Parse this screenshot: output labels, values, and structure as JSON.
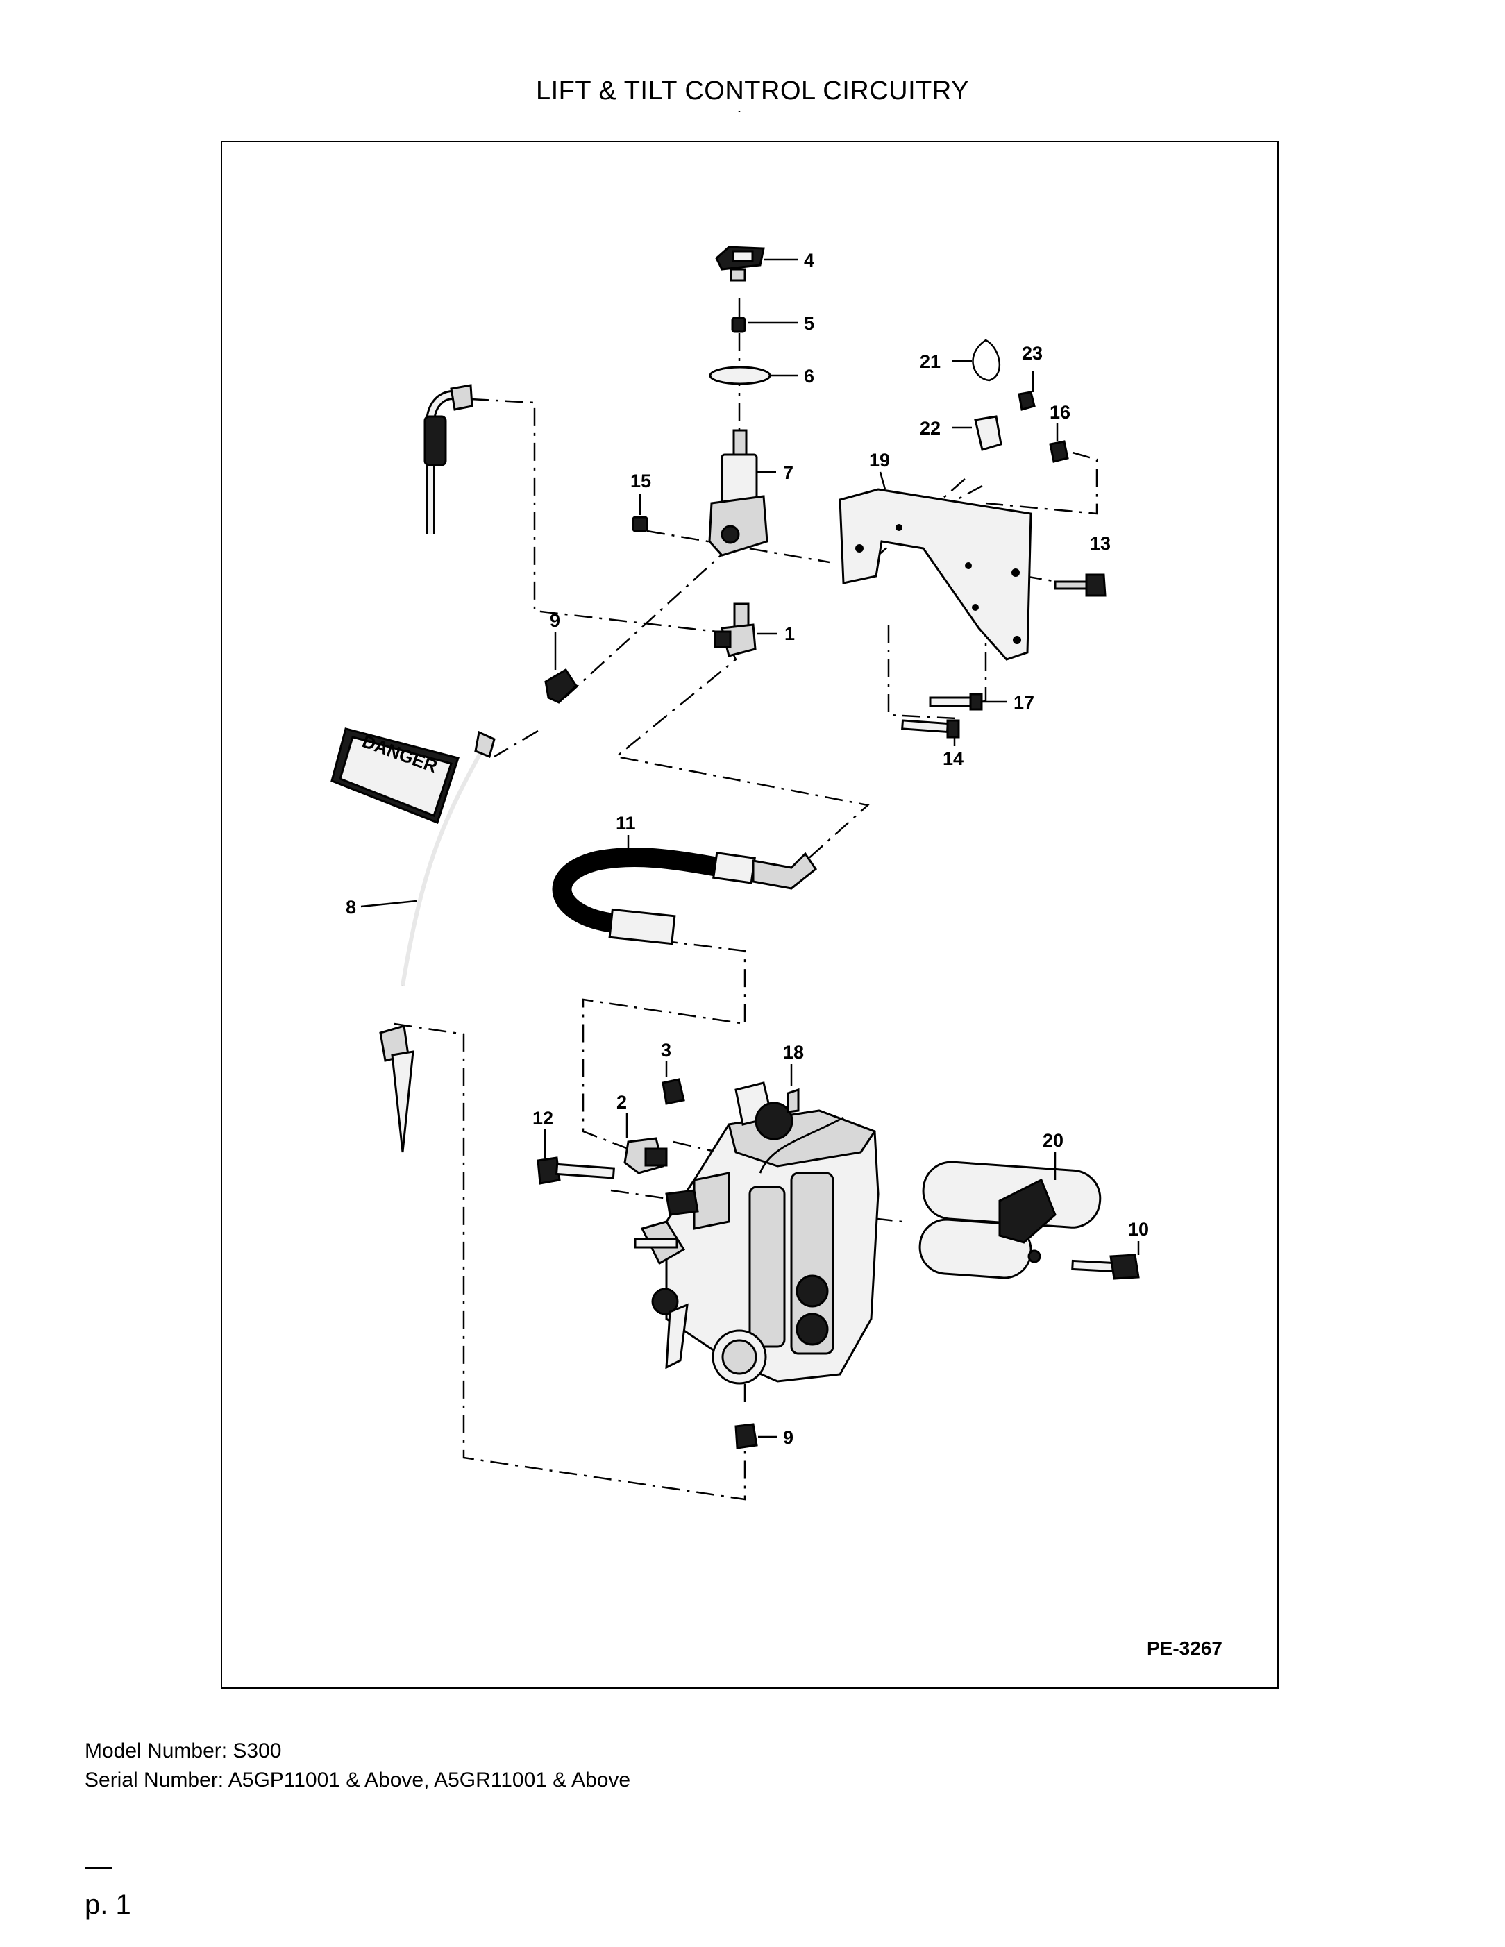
{
  "page_title": "LIFT & TILT CONTROL CIRCUITRY",
  "figure_id": "PE-3267",
  "decal_text": "DANGER",
  "callouts": {
    "c1": "1",
    "c2": "2",
    "c3": "3",
    "c4": "4",
    "c5": "5",
    "c6": "6",
    "c7": "7",
    "c8": "8",
    "c9a": "9",
    "c9b": "9",
    "c10": "10",
    "c11": "11",
    "c12": "12",
    "c13": "13",
    "c14": "14",
    "c15": "15",
    "c16": "16",
    "c17": "17",
    "c18": "18",
    "c19": "19",
    "c20": "20",
    "c21": "21",
    "c22": "22",
    "c23": "23"
  },
  "model_line": "Model Number: S300",
  "serial_line": "Serial Number: A5GP11001 & Above, A5GR11001 & Above",
  "page_number": "p. 1"
}
